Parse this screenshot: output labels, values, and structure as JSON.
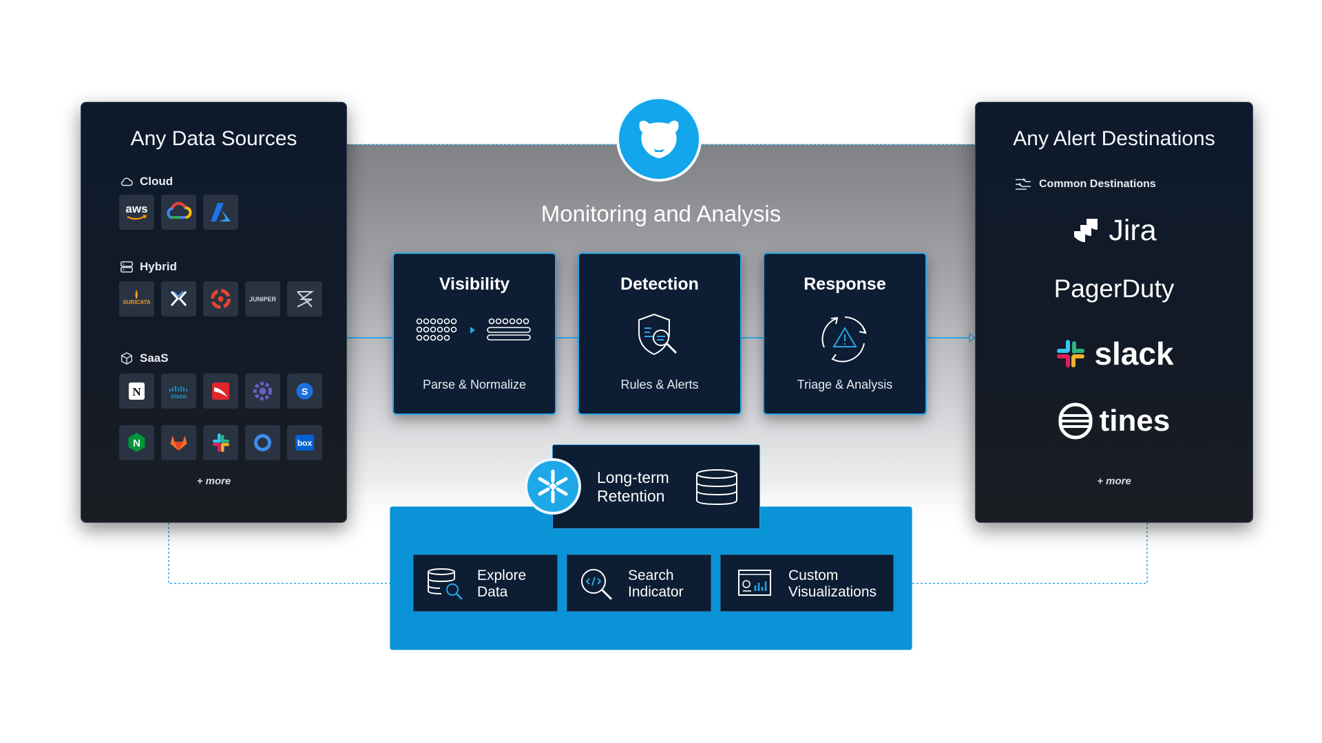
{
  "left_panel": {
    "title": "Any Data Sources",
    "sections": [
      {
        "label": "Cloud",
        "icon": "cloud-icon",
        "logos": [
          "aws",
          "google-cloud",
          "azure"
        ]
      },
      {
        "label": "Hybrid",
        "icon": "server-icon",
        "logos": [
          "suricata",
          "crowd-x",
          "fortinet-swirl",
          "juniper",
          "zeek"
        ]
      },
      {
        "label": "SaaS",
        "icon": "cube-icon",
        "logos": [
          "notion",
          "cisco",
          "crowdstrike",
          "settings-gear",
          "1password",
          "nginx",
          "gitlab",
          "slack",
          "okta",
          "box"
        ]
      }
    ],
    "logo_text": {
      "aws": "aws",
      "suricata": "SURICATA",
      "juniper": "JUNIPER",
      "cisco": "cisco",
      "notion": "N",
      "nginx": "N",
      "onepassword": "S",
      "box": "box"
    },
    "more": "+ more"
  },
  "center": {
    "title": "Monitoring and Analysis",
    "badge_icon": "panther-head-icon",
    "stages": [
      {
        "title": "Visibility",
        "subtitle": "Parse & Normalize",
        "icon": "parse-normalize-icon"
      },
      {
        "title": "Detection",
        "subtitle": "Rules & Alerts",
        "icon": "shield-search-icon"
      },
      {
        "title": "Response",
        "subtitle": "Triage & Analysis",
        "icon": "alert-cycle-icon"
      }
    ],
    "retention": {
      "line1": "Long-term",
      "line2": "Retention",
      "badge_icon": "snowflake-icon",
      "icon": "database-icon"
    },
    "tools": [
      {
        "line1": "Explore",
        "line2": "Data",
        "icon": "database-search-icon"
      },
      {
        "line1": "Search",
        "line2": "Indicator",
        "icon": "code-search-icon"
      },
      {
        "line1": "Custom",
        "line2": "Visualizations",
        "icon": "dashboard-icon"
      }
    ]
  },
  "right_panel": {
    "title": "Any Alert Destinations",
    "section_label": "Common Destinations",
    "brands": [
      {
        "name": "Jira",
        "icon": "jira-icon"
      },
      {
        "name": "PagerDuty",
        "icon": ""
      },
      {
        "name": "slack",
        "icon": "slack-icon"
      },
      {
        "name": "tines",
        "icon": "tines-icon"
      }
    ],
    "more": "+ more"
  },
  "colors": {
    "accent": "#12a6ec",
    "panel_dark": "#0d1a2c",
    "stage_bg": "#0d1d33",
    "stage_border": "#2aa6e8",
    "lake_blue": "#0a93d6"
  }
}
